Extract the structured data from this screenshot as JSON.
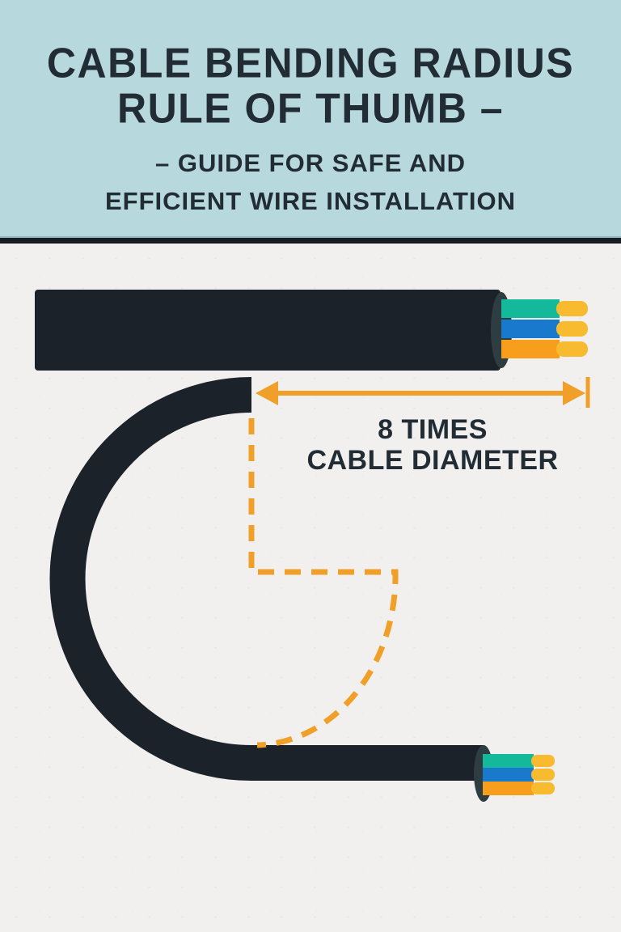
{
  "header": {
    "title_line1": "CABLE BENDING RADIUS",
    "title_line2": "RULE OF THUMB –",
    "subtitle_line1": "– GUIDE FOR SAFE AND",
    "subtitle_line2": "EFFICIENT WIRE INSTALLATION"
  },
  "diagram": {
    "dimension_label_line1": "8 TIMES",
    "dimension_label_line2": "CABLE DIAMETER",
    "rule_value": "8 times cable diameter",
    "icons": {
      "dimension_arrow": "double-headed-arrow",
      "radius_guide": "dashed-bend-radius-line",
      "cable_end": "stripped-cable-with-three-wires"
    }
  },
  "colors": {
    "header_background": "#b7d8dc",
    "header_text": "#222c35",
    "divider_dark": "#161c22",
    "body_background": "#f1f0ee",
    "cable_black": "#1b222a",
    "cable_cap": "#2e3d41",
    "accent_orange": "#f0a028",
    "wire_teal": "#14b99b",
    "wire_blue": "#1879cd",
    "wire_orange": "#f89e1d",
    "wire_tip_yellow": "#f8ba2e",
    "label_text": "#222c35"
  }
}
